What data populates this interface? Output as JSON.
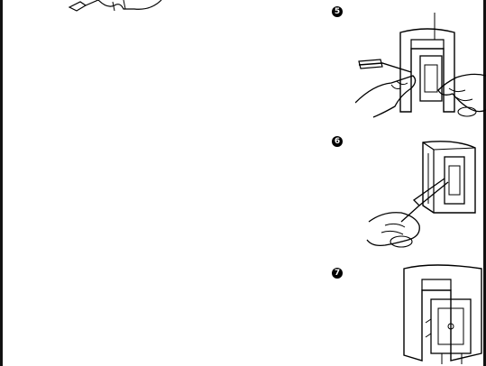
{
  "steps": [
    {
      "marker": "5",
      "icon": "hands-screwdriver-outlet-illustration"
    },
    {
      "marker": "6",
      "icon": "hand-screwdriver-wall-box-illustration"
    },
    {
      "marker": "7",
      "icon": "outlet-in-wall-box-illustration"
    }
  ],
  "top_fragment": {
    "icon": "hand-partial-illustration"
  }
}
